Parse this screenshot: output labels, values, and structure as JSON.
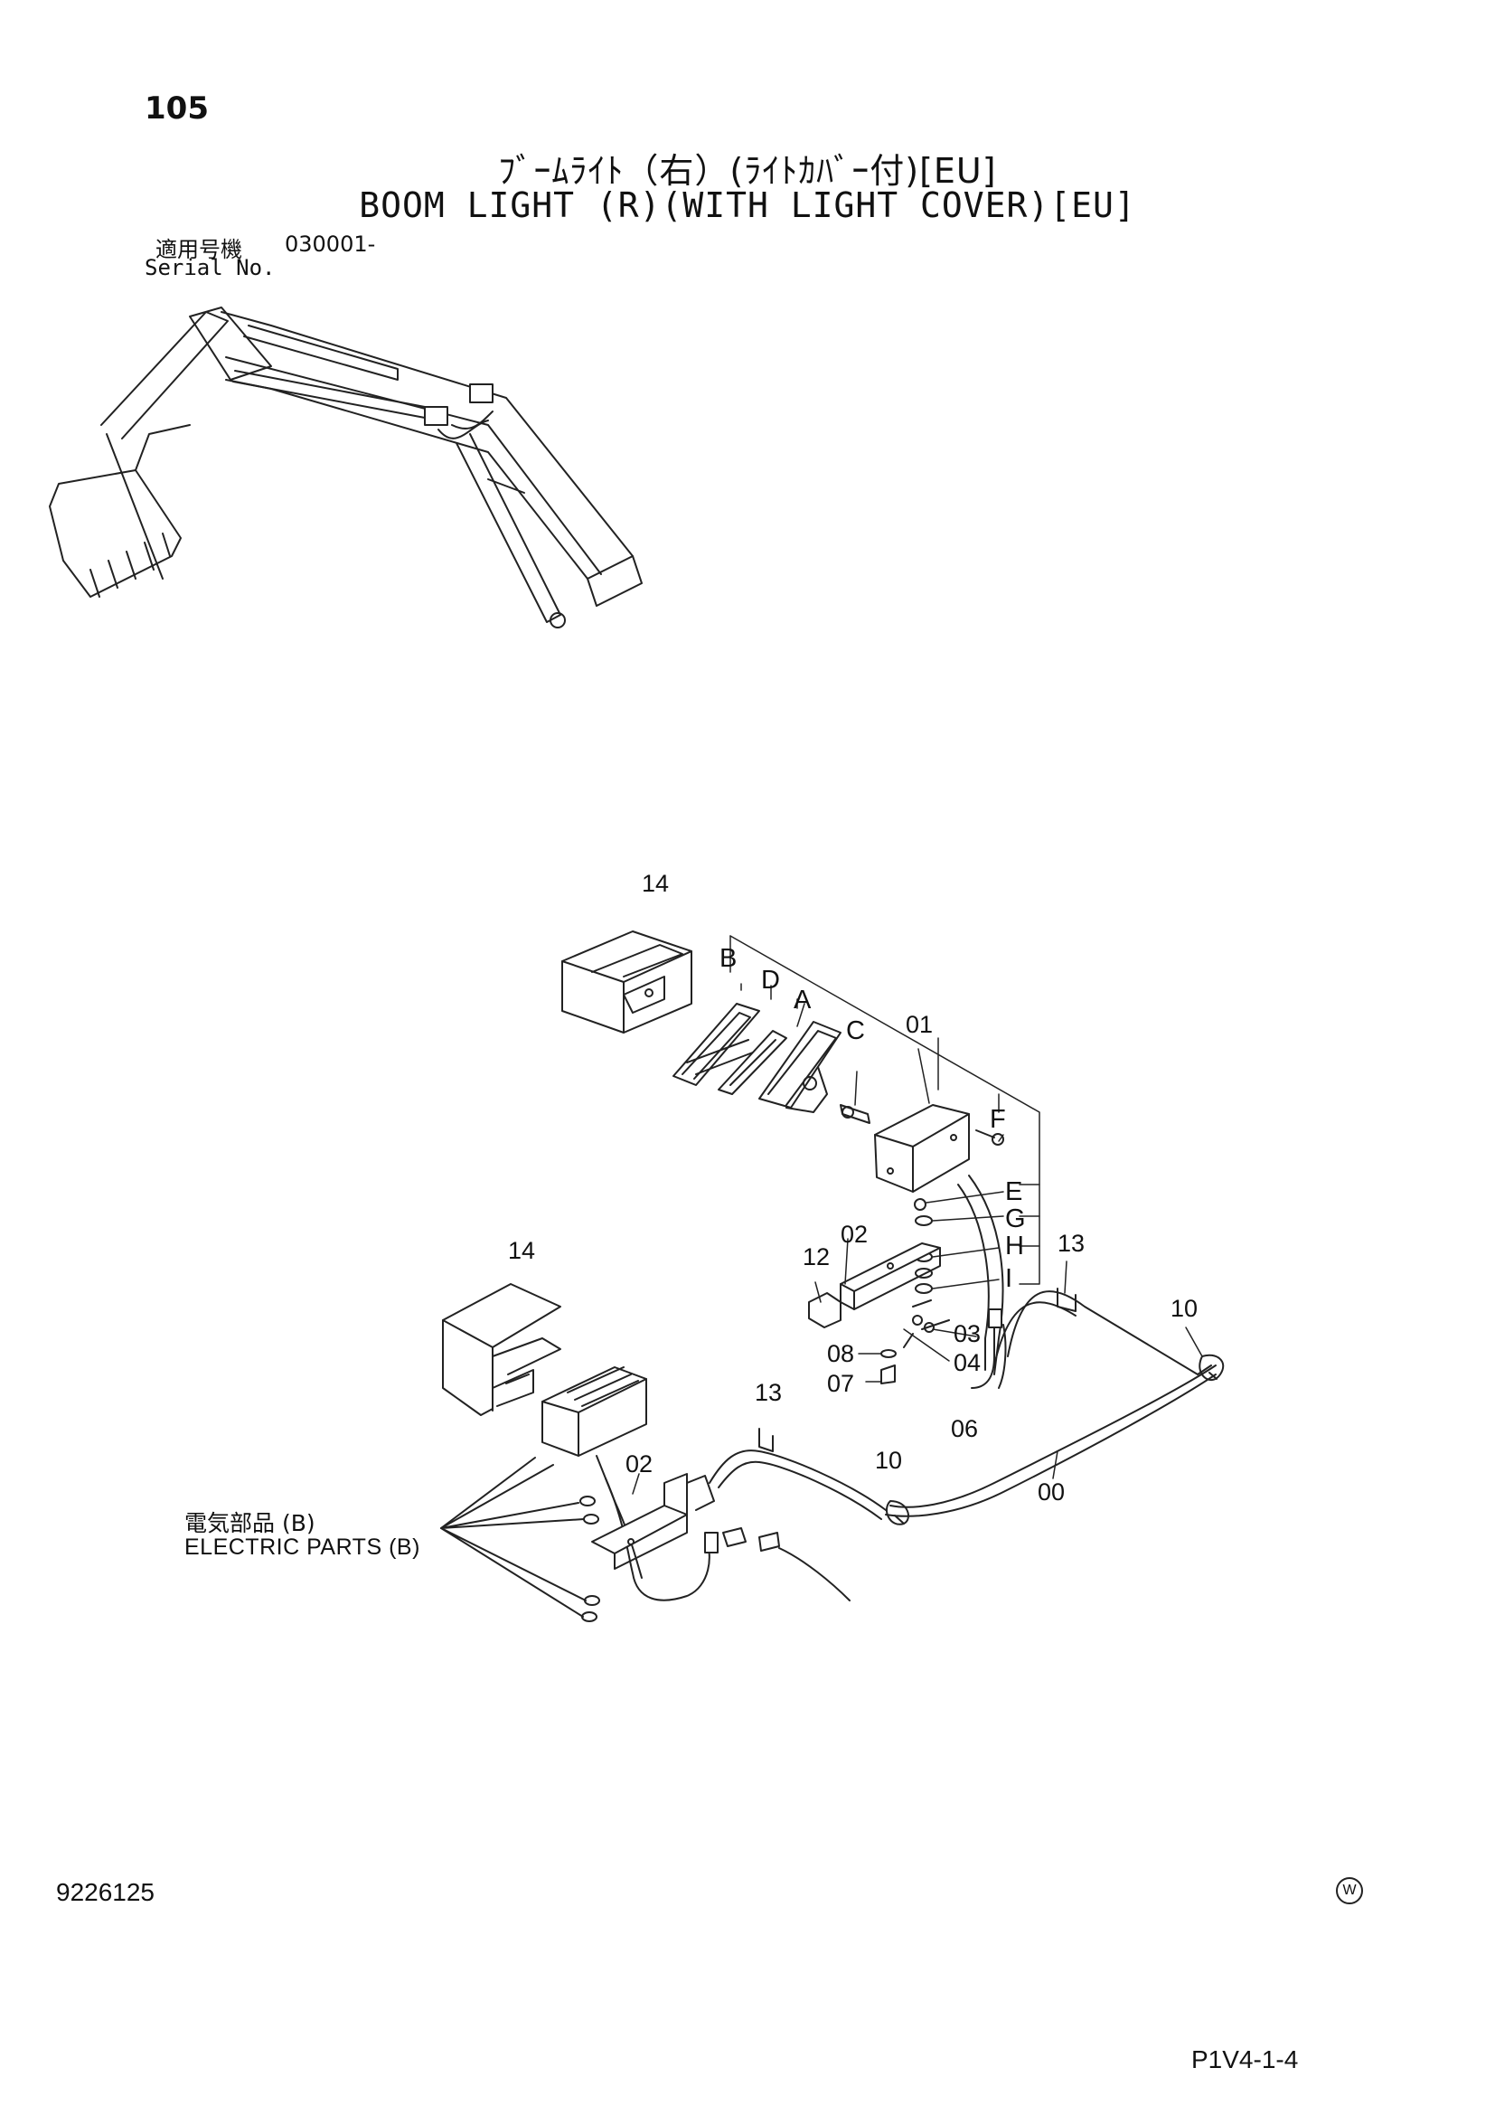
{
  "header": {
    "page_number": "105",
    "title_jp": "ﾌﾞｰﾑﾗｲﾄ（右）(ﾗｲﾄｶﾊﾞｰ付)[EU]",
    "title_en": "BOOM LIGHT (R)(WITH LIGHT COVER)[EU]",
    "serial_label_jp": "適用号機",
    "serial_value": "030001-",
    "serial_label_en": "Serial No."
  },
  "callouts": {
    "c14a": "14",
    "c14b": "14",
    "c01": "01",
    "c02a": "02",
    "c02b": "02",
    "c03": "03",
    "c04": "04",
    "c07": "07",
    "c08": "08",
    "c12": "12",
    "c13a": "13",
    "c13b": "13",
    "c10a": "10",
    "c10b": "10",
    "c06": "06",
    "c00": "00"
  },
  "letters": {
    "A": "A",
    "B": "B",
    "C": "C",
    "D": "D",
    "E": "E",
    "F": "F",
    "G": "G",
    "H": "H",
    "I": "I"
  },
  "electric_parts": {
    "label_jp": "電気部品 (B)",
    "label_en": "ELECTRIC PARTS (B)"
  },
  "footer": {
    "catalog_number": "9226125",
    "page_code": "P1V4-1-4",
    "mark": "W"
  }
}
